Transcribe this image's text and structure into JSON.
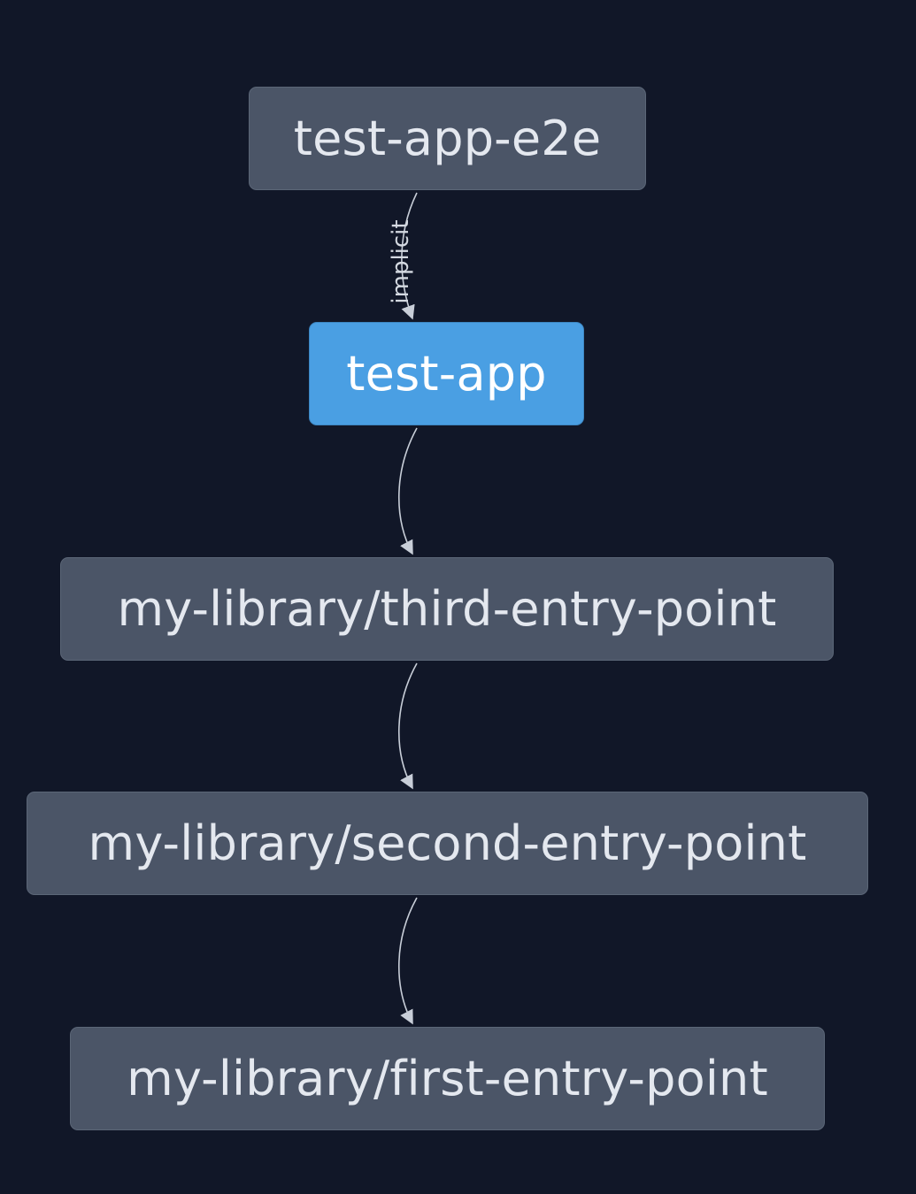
{
  "graph": {
    "nodes": [
      {
        "id": "test-app-e2e",
        "label": "test-app-e2e",
        "selected": false
      },
      {
        "id": "test-app",
        "label": "test-app",
        "selected": true
      },
      {
        "id": "third",
        "label": "my-library/third-entry-point",
        "selected": false
      },
      {
        "id": "second",
        "label": "my-library/second-entry-point",
        "selected": false
      },
      {
        "id": "first",
        "label": "my-library/first-entry-point",
        "selected": false
      }
    ],
    "edges": [
      {
        "from": "test-app-e2e",
        "to": "test-app",
        "label": "implicit"
      },
      {
        "from": "test-app",
        "to": "third",
        "label": ""
      },
      {
        "from": "third",
        "to": "second",
        "label": ""
      },
      {
        "from": "second",
        "to": "first",
        "label": ""
      }
    ]
  },
  "colors": {
    "background": "#111728",
    "node_fill": "#4b5567",
    "node_selected_fill": "#4a9fe3",
    "node_text": "#e4e8ef",
    "edge": "#c8ced8"
  }
}
